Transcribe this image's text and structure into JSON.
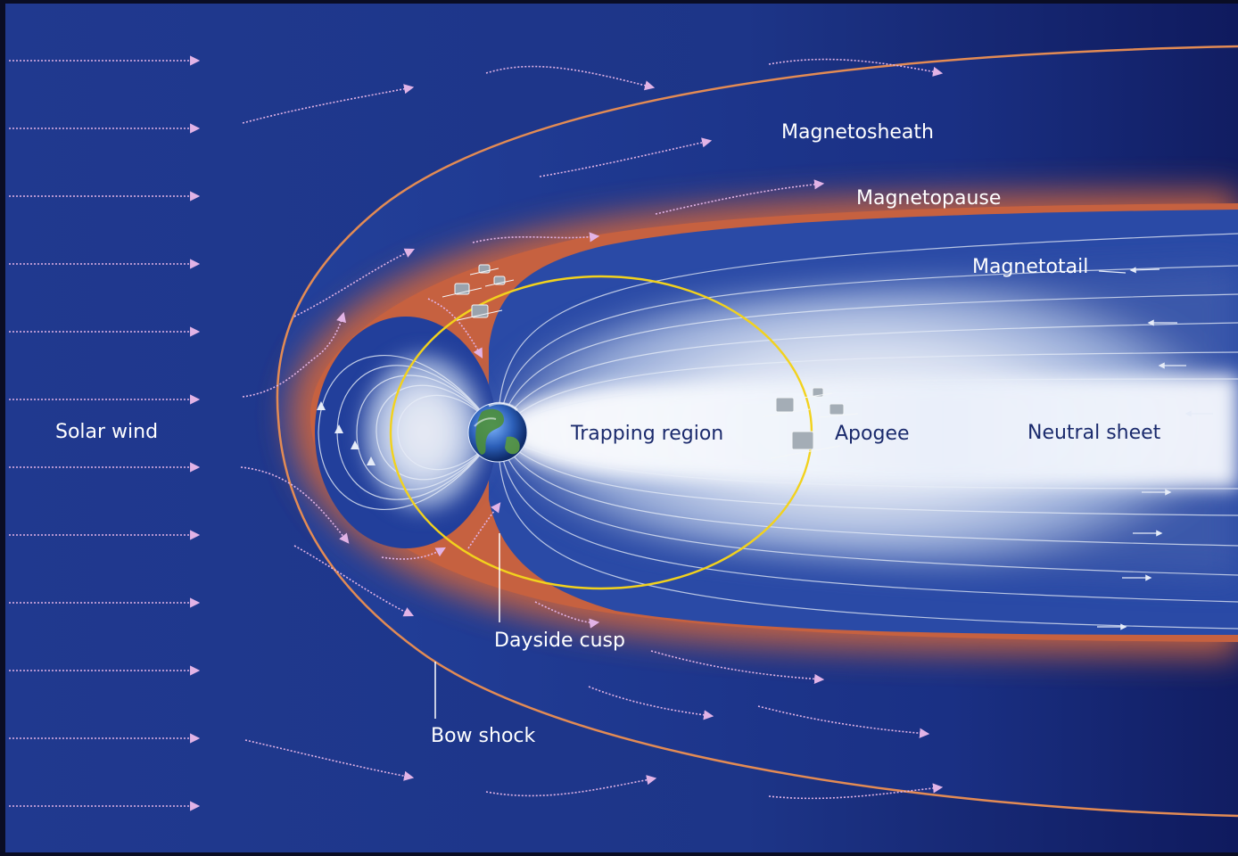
{
  "labels": {
    "solar_wind": "Solar wind",
    "magnetosheath": "Magnetosheath",
    "magnetopause": "Magnetopause",
    "magnetotail": "Magnetotail",
    "trapping_region": "Trapping region",
    "apogee": "Apogee",
    "neutral_sheet": "Neutral sheet",
    "dayside_cusp": "Dayside cusp",
    "bow_shock": "Bow shock"
  },
  "colors": {
    "background": "#1f3a8f",
    "sheath_orange": "#c8643f",
    "bow_shock_line": "#e38b54",
    "field_lines": "#e8eef8",
    "orbit": "#f2d21d",
    "flow_arrows": "#e2b3e6",
    "tail_dark": "#101c62"
  },
  "icons": {
    "earth": "earth-globe-icon",
    "spacecraft": "cluster-spacecraft-icon"
  }
}
